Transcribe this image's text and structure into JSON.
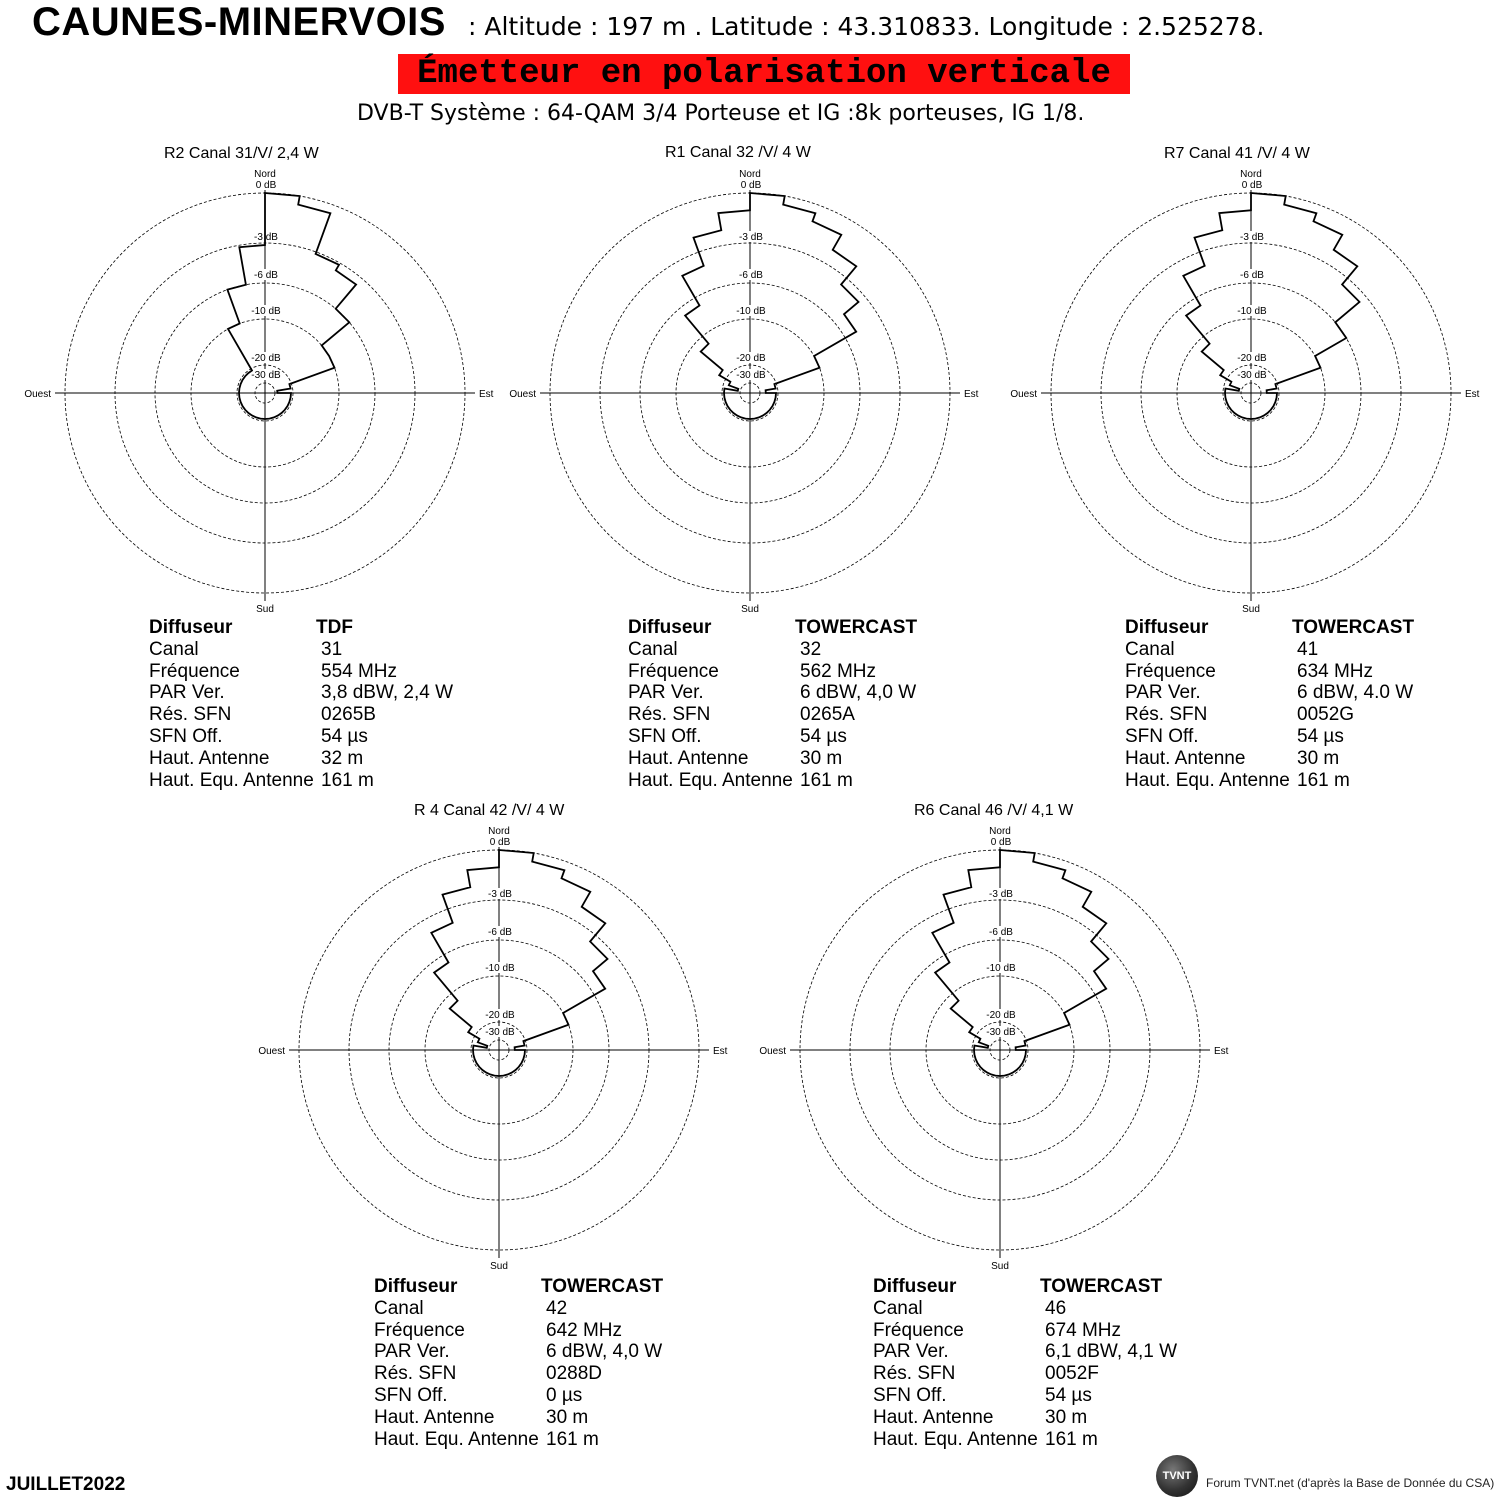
{
  "header": {
    "site_name": "CAUNES-MINERVOIS",
    "coords_text": ": Altitude : 197 m .  Latitude : 43.310833.  Longitude : 2.525278.",
    "polarisation": "Émetteur en polarisation verticale",
    "system_text": "DVB-T  Système : 64-QAM 3/4    Porteuse et IG :8k porteuses, IG 1/8."
  },
  "labels": {
    "north": "Nord",
    "south": "Sud",
    "east": "Est",
    "west": "Ouest",
    "rings": [
      "0 dB",
      "-3 dB",
      "-6 dB",
      "-10 dB",
      "-20 dB",
      "-30 dB"
    ]
  },
  "info_keys": [
    "Diffuseur",
    "Canal",
    "Fréquence",
    "PAR Ver.",
    "Rés. SFN",
    "SFN Off.",
    "Haut. Antenne",
    "Haut. Equ. Antenne"
  ],
  "colors": {
    "banner": "#ff1010",
    "pattern": "#000000",
    "ring": "#000000"
  },
  "chart_data": [
    {
      "type": "polar",
      "title": "R2    Canal  31/V/  2,4 W",
      "r_unit": "dB",
      "ring_levels": [
        0,
        -3,
        -6,
        -10,
        -20,
        -30
      ],
      "azimuth_deg": [
        0,
        10,
        20,
        30,
        40,
        50,
        60,
        70,
        80,
        90,
        100,
        110,
        120,
        130,
        140,
        150,
        160,
        170,
        180,
        190,
        200,
        210,
        220,
        230,
        240,
        250,
        260,
        270,
        280,
        290,
        300,
        310,
        320,
        330,
        340,
        350
      ],
      "gain_db": [
        0,
        -0.5,
        -3,
        -3.5,
        -6,
        -10,
        -10,
        -20,
        -28,
        -40,
        -40,
        -40,
        -40,
        -40,
        -40,
        -40,
        -40,
        -40,
        -40,
        -40,
        -40,
        -40,
        -40,
        -40,
        -40,
        -40,
        -40,
        -40,
        -40,
        -40,
        -40,
        -30,
        -20,
        -10,
        -6,
        -3
      ],
      "info": {
        "diffuseur": "TDF",
        "canal": "31",
        "frequence": "554 MHz",
        "par": "3,8 dBW, 2,4 W",
        "sfn": "0265B",
        "sfn_off": "54 µs",
        "haut": "32 m",
        "haut_equ": "161 m"
      }
    },
    {
      "type": "polar",
      "title": "R1   Canal 32 /V/  4  W",
      "r_unit": "dB",
      "ring_levels": [
        0,
        -3,
        -6,
        -10,
        -20,
        -30
      ],
      "azimuth_deg": [
        0,
        10,
        20,
        30,
        40,
        50,
        60,
        70,
        80,
        90,
        100,
        110,
        120,
        130,
        140,
        150,
        160,
        170,
        180,
        190,
        200,
        210,
        220,
        230,
        240,
        250,
        260,
        270,
        280,
        290,
        300,
        310,
        320,
        330,
        340,
        350
      ],
      "gain_db": [
        0,
        -0.5,
        -1,
        -2,
        -3.5,
        -5,
        -10,
        -20,
        -26,
        -32,
        -33,
        -33,
        -31,
        -32,
        -33,
        -32,
        -31,
        -33,
        -34,
        -36,
        -33,
        -32,
        -34,
        -33,
        -32,
        -33,
        -30,
        -31,
        -28,
        -22,
        -18,
        -12,
        -7,
        -4,
        -2,
        -1
      ],
      "info": {
        "diffuseur": "TOWERCAST",
        "canal": "32",
        "frequence": "562 MHz",
        "par": "6 dBW, 4,0 W",
        "sfn": "0265A",
        "sfn_off": "54 µs",
        "haut": "30 m",
        "haut_equ": "161 m"
      }
    },
    {
      "type": "polar",
      "title": "R7   Canal 41 /V/  4  W",
      "r_unit": "dB",
      "ring_levels": [
        0,
        -3,
        -6,
        -10,
        -20,
        -30
      ],
      "azimuth_deg": [
        0,
        10,
        20,
        30,
        40,
        50,
        60,
        70,
        80,
        90,
        100,
        110,
        120,
        130,
        140,
        150,
        160,
        170,
        180,
        190,
        200,
        210,
        220,
        230,
        240,
        250,
        260,
        270,
        280,
        290,
        300,
        310,
        320,
        330,
        340,
        350
      ],
      "gain_db": [
        0,
        -0.5,
        -1,
        -2,
        -3.5,
        -6,
        -10,
        -20,
        -26,
        -32,
        -32,
        -31,
        -32,
        -33,
        -32,
        -31,
        -32,
        -33,
        -32,
        -31,
        -32,
        -31,
        -32,
        -31,
        -30,
        -31,
        -30,
        -31,
        -28,
        -22,
        -18,
        -12,
        -7,
        -4,
        -2,
        -1
      ],
      "info": {
        "diffuseur": "TOWERCAST",
        "canal": "41",
        "frequence": "634 MHz",
        "par": "6 dBW, 4.0 W",
        "sfn": "0052G",
        "sfn_off": "54 µs",
        "haut": "30 m",
        "haut_equ": "161 m"
      }
    },
    {
      "type": "polar",
      "title": "R 4  Canal 42 /V/  4  W",
      "r_unit": "dB",
      "ring_levels": [
        0,
        -3,
        -6,
        -10,
        -20,
        -30
      ],
      "azimuth_deg": [
        0,
        10,
        20,
        30,
        40,
        50,
        60,
        70,
        80,
        90,
        100,
        110,
        120,
        130,
        140,
        150,
        160,
        170,
        180,
        190,
        200,
        210,
        220,
        230,
        240,
        250,
        260,
        270,
        280,
        290,
        300,
        310,
        320,
        330,
        340,
        350
      ],
      "gain_db": [
        0,
        -0.5,
        -1,
        -2,
        -3.5,
        -5,
        -10,
        -20,
        -26,
        -32,
        -33,
        -32,
        -31,
        -32,
        -33,
        -32,
        -31,
        -33,
        -33,
        -32,
        -31,
        -33,
        -32,
        -31,
        -32,
        -33,
        -31,
        -30,
        -28,
        -22,
        -18,
        -12,
        -7,
        -4,
        -2,
        -1
      ],
      "info": {
        "diffuseur": "TOWERCAST",
        "canal": "42",
        "frequence": "642 MHz",
        "par": "6 dBW, 4,0 W",
        "sfn": "0288D",
        "sfn_off": "0 µs",
        "haut": "30 m",
        "haut_equ": "161 m"
      }
    },
    {
      "type": "polar",
      "title": "R6   Canal 46 /V/  4,1  W",
      "r_unit": "dB",
      "ring_levels": [
        0,
        -3,
        -6,
        -10,
        -20,
        -30
      ],
      "azimuth_deg": [
        0,
        10,
        20,
        30,
        40,
        50,
        60,
        70,
        80,
        90,
        100,
        110,
        120,
        130,
        140,
        150,
        160,
        170,
        180,
        190,
        200,
        210,
        220,
        230,
        240,
        250,
        260,
        270,
        280,
        290,
        300,
        310,
        320,
        330,
        340,
        350
      ],
      "gain_db": [
        0,
        -0.5,
        -1,
        -2,
        -3.5,
        -5,
        -10,
        -20,
        -26,
        -32,
        -33,
        -32,
        -31,
        -32,
        -33,
        -32,
        -31,
        -33,
        -34,
        -32,
        -31,
        -33,
        -32,
        -31,
        -32,
        -33,
        -31,
        -30,
        -28,
        -22,
        -18,
        -12,
        -7,
        -4,
        -2,
        -1
      ],
      "info": {
        "diffuseur": "TOWERCAST",
        "canal": "46",
        "frequence": "674 MHz",
        "par": "6,1 dBW, 4,1 W",
        "sfn": "0052F",
        "sfn_off": "54 µs",
        "haut": "30 m",
        "haut_equ": "161 m"
      }
    }
  ],
  "footer": {
    "date": "JUILLET2022",
    "logo_text": "TVNT",
    "credit": "Forum TVNT.net (d'après la Base de Donnée du CSA)"
  }
}
